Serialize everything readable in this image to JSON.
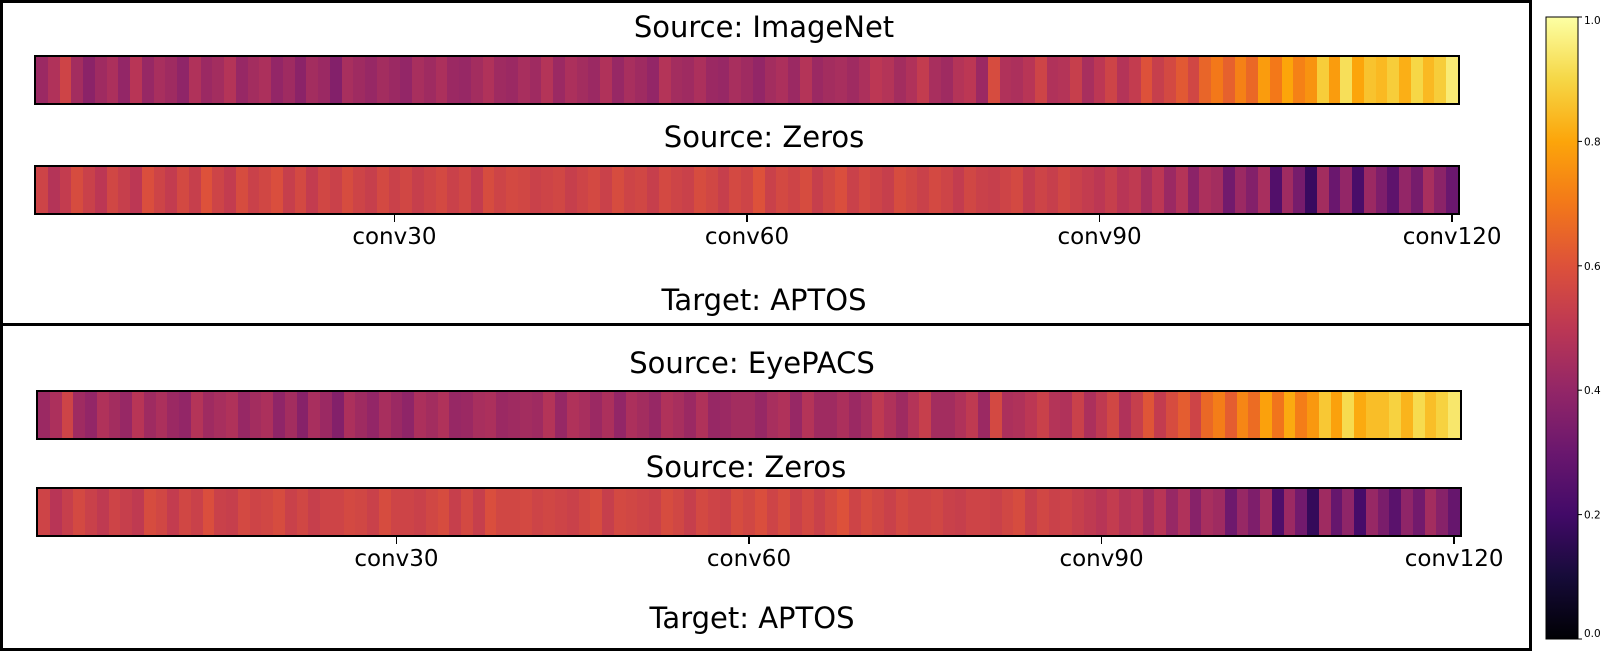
{
  "chart_data": {
    "type": "heatmap",
    "colormap": "inferno",
    "vmin": 0.0,
    "vmax": 1.0,
    "colorbar_ticks": [
      "0.0",
      "0.2",
      "0.4",
      "0.6",
      "0.8",
      "1.0"
    ],
    "x_ticks": [
      {
        "label": "conv30",
        "index": 30
      },
      {
        "label": "conv60",
        "index": 60
      },
      {
        "label": "conv90",
        "index": 90
      },
      {
        "label": "conv120",
        "index": 120
      }
    ],
    "n_layers": 121,
    "panels": [
      {
        "target_label": "Target: APTOS",
        "rows": [
          {
            "title": "Source: ImageNet",
            "values": [
              0.42,
              0.47,
              0.55,
              0.44,
              0.38,
              0.43,
              0.46,
              0.4,
              0.49,
              0.41,
              0.45,
              0.43,
              0.39,
              0.47,
              0.42,
              0.44,
              0.48,
              0.41,
              0.44,
              0.46,
              0.4,
              0.43,
              0.38,
              0.44,
              0.42,
              0.36,
              0.45,
              0.43,
              0.41,
              0.44,
              0.42,
              0.4,
              0.45,
              0.43,
              0.46,
              0.42,
              0.41,
              0.44,
              0.47,
              0.43,
              0.42,
              0.45,
              0.43,
              0.48,
              0.42,
              0.46,
              0.44,
              0.42,
              0.47,
              0.41,
              0.45,
              0.43,
              0.4,
              0.48,
              0.44,
              0.43,
              0.46,
              0.42,
              0.41,
              0.45,
              0.43,
              0.4,
              0.44,
              0.46,
              0.42,
              0.48,
              0.42,
              0.44,
              0.45,
              0.43,
              0.46,
              0.5,
              0.48,
              0.44,
              0.47,
              0.52,
              0.45,
              0.43,
              0.48,
              0.5,
              0.42,
              0.58,
              0.47,
              0.46,
              0.49,
              0.55,
              0.47,
              0.48,
              0.53,
              0.45,
              0.5,
              0.55,
              0.48,
              0.52,
              0.6,
              0.53,
              0.57,
              0.62,
              0.56,
              0.65,
              0.7,
              0.64,
              0.72,
              0.66,
              0.78,
              0.7,
              0.8,
              0.72,
              0.76,
              0.88,
              0.78,
              0.92,
              0.8,
              0.86,
              0.84,
              0.88,
              0.82,
              0.9,
              0.84,
              0.88,
              0.95
            ]
          },
          {
            "title": "Source: Zeros",
            "values": [
              0.55,
              0.48,
              0.52,
              0.58,
              0.54,
              0.5,
              0.56,
              0.53,
              0.5,
              0.59,
              0.55,
              0.52,
              0.57,
              0.53,
              0.6,
              0.55,
              0.52,
              0.58,
              0.54,
              0.56,
              0.59,
              0.53,
              0.57,
              0.52,
              0.56,
              0.54,
              0.58,
              0.55,
              0.53,
              0.57,
              0.54,
              0.56,
              0.53,
              0.55,
              0.57,
              0.54,
              0.56,
              0.52,
              0.58,
              0.55,
              0.57,
              0.56,
              0.54,
              0.55,
              0.56,
              0.53,
              0.55,
              0.57,
              0.54,
              0.58,
              0.55,
              0.56,
              0.53,
              0.57,
              0.55,
              0.54,
              0.58,
              0.56,
              0.53,
              0.57,
              0.55,
              0.6,
              0.54,
              0.57,
              0.55,
              0.58,
              0.53,
              0.56,
              0.59,
              0.54,
              0.57,
              0.55,
              0.53,
              0.58,
              0.56,
              0.54,
              0.57,
              0.55,
              0.52,
              0.56,
              0.54,
              0.53,
              0.55,
              0.57,
              0.52,
              0.55,
              0.53,
              0.56,
              0.54,
              0.52,
              0.5,
              0.53,
              0.49,
              0.51,
              0.45,
              0.5,
              0.42,
              0.48,
              0.38,
              0.46,
              0.44,
              0.32,
              0.42,
              0.36,
              0.45,
              0.24,
              0.43,
              0.33,
              0.18,
              0.44,
              0.3,
              0.4,
              0.22,
              0.42,
              0.35,
              0.27,
              0.4,
              0.33,
              0.45,
              0.38,
              0.3
            ]
          }
        ]
      },
      {
        "target_label": "Target: APTOS",
        "rows": [
          {
            "title": "Source: EyePACS",
            "values": [
              0.42,
              0.46,
              0.55,
              0.43,
              0.4,
              0.47,
              0.44,
              0.41,
              0.49,
              0.43,
              0.46,
              0.42,
              0.4,
              0.48,
              0.43,
              0.45,
              0.47,
              0.41,
              0.44,
              0.46,
              0.39,
              0.44,
              0.37,
              0.45,
              0.42,
              0.36,
              0.46,
              0.43,
              0.4,
              0.45,
              0.42,
              0.39,
              0.46,
              0.44,
              0.47,
              0.41,
              0.42,
              0.45,
              0.46,
              0.42,
              0.43,
              0.44,
              0.43,
              0.48,
              0.41,
              0.47,
              0.45,
              0.42,
              0.46,
              0.4,
              0.46,
              0.44,
              0.41,
              0.47,
              0.45,
              0.42,
              0.47,
              0.41,
              0.42,
              0.44,
              0.44,
              0.41,
              0.45,
              0.47,
              0.41,
              0.48,
              0.43,
              0.43,
              0.46,
              0.42,
              0.45,
              0.51,
              0.47,
              0.43,
              0.48,
              0.53,
              0.44,
              0.44,
              0.47,
              0.51,
              0.42,
              0.57,
              0.46,
              0.47,
              0.5,
              0.54,
              0.48,
              0.47,
              0.54,
              0.46,
              0.51,
              0.56,
              0.47,
              0.53,
              0.61,
              0.52,
              0.58,
              0.63,
              0.55,
              0.66,
              0.71,
              0.63,
              0.73,
              0.67,
              0.79,
              0.69,
              0.81,
              0.71,
              0.77,
              0.87,
              0.79,
              0.91,
              0.81,
              0.85,
              0.85,
              0.89,
              0.83,
              0.91,
              0.85,
              0.89,
              0.94
            ]
          },
          {
            "title": "Source: Zeros",
            "values": [
              0.55,
              0.49,
              0.53,
              0.57,
              0.54,
              0.51,
              0.55,
              0.53,
              0.51,
              0.58,
              0.56,
              0.52,
              0.56,
              0.54,
              0.59,
              0.54,
              0.53,
              0.57,
              0.55,
              0.56,
              0.58,
              0.54,
              0.56,
              0.53,
              0.55,
              0.55,
              0.57,
              0.56,
              0.54,
              0.58,
              0.55,
              0.55,
              0.54,
              0.56,
              0.58,
              0.53,
              0.57,
              0.53,
              0.59,
              0.56,
              0.56,
              0.57,
              0.55,
              0.56,
              0.55,
              0.54,
              0.56,
              0.58,
              0.53,
              0.57,
              0.56,
              0.55,
              0.54,
              0.58,
              0.56,
              0.53,
              0.57,
              0.55,
              0.54,
              0.58,
              0.56,
              0.59,
              0.55,
              0.58,
              0.54,
              0.57,
              0.54,
              0.57,
              0.6,
              0.55,
              0.58,
              0.56,
              0.54,
              0.57,
              0.55,
              0.55,
              0.56,
              0.54,
              0.53,
              0.55,
              0.55,
              0.54,
              0.56,
              0.58,
              0.53,
              0.56,
              0.54,
              0.55,
              0.53,
              0.51,
              0.49,
              0.52,
              0.48,
              0.5,
              0.44,
              0.49,
              0.41,
              0.47,
              0.37,
              0.45,
              0.43,
              0.31,
              0.41,
              0.35,
              0.44,
              0.23,
              0.42,
              0.32,
              0.17,
              0.43,
              0.29,
              0.39,
              0.21,
              0.41,
              0.34,
              0.26,
              0.39,
              0.32,
              0.44,
              0.37,
              0.29
            ]
          }
        ]
      }
    ]
  }
}
